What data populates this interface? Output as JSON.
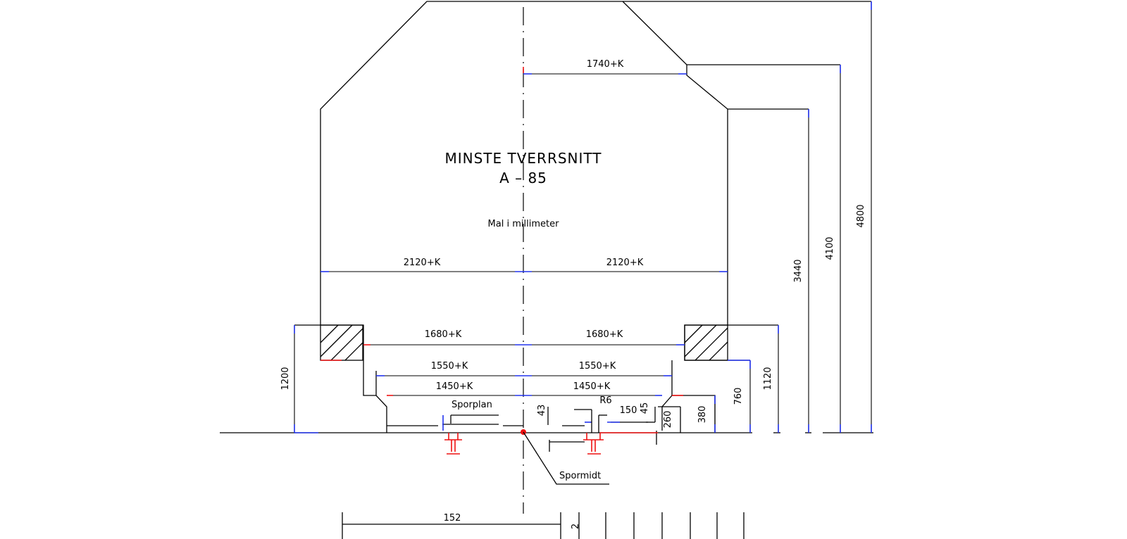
{
  "title": {
    "line1": "MINSTE TVERRSNITT",
    "line2": "A  –  85",
    "units": "Mal i millimeter"
  },
  "dimensions": {
    "top_half_width": "1740+K",
    "upper_left": "2120+K",
    "upper_right": "2120+K",
    "mid_left": "1680+K",
    "mid_right": "1680+K",
    "lower_left": "1550+K",
    "lower_right": "1550+K",
    "bottom_left": "1450+K",
    "bottom_right": "1450+K",
    "left_height": "1200",
    "h_43": "43",
    "h_45": "45",
    "h_150": "150",
    "h_260": "260",
    "h_380": "380",
    "h_760": "760",
    "h_1120": "1120",
    "h_3440": "3440",
    "h_4100": "4100",
    "h_4800": "4800",
    "r6": "R6",
    "bottom_partial": "152",
    "bottom_partial_2": "2"
  },
  "labels": {
    "rail_plane": "Sporplan",
    "track_center": "Spormidt"
  },
  "colors": {
    "outline": "#000000",
    "arrow": "#2233ee",
    "highlight": "#ee1111"
  }
}
